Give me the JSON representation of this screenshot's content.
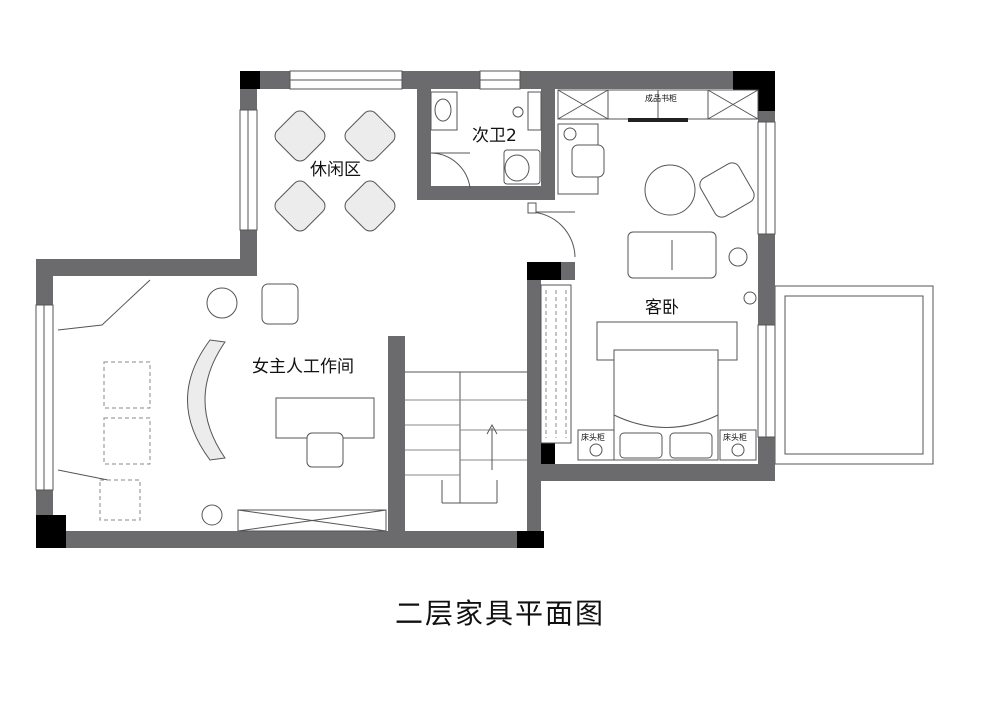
{
  "title": "二层家具平面图",
  "rooms": {
    "lounge": "休闲区",
    "bathroom": "次卫2",
    "workroom": "女主人工作间",
    "guest_bedroom": "客卧"
  },
  "furniture_labels": {
    "bookcase": "成品书柜",
    "nightstand_left": "床头柜",
    "nightstand_right": "床头柜"
  },
  "colors": {
    "wall": "#6b6b6e",
    "column": "#000000",
    "line": "#555555"
  }
}
